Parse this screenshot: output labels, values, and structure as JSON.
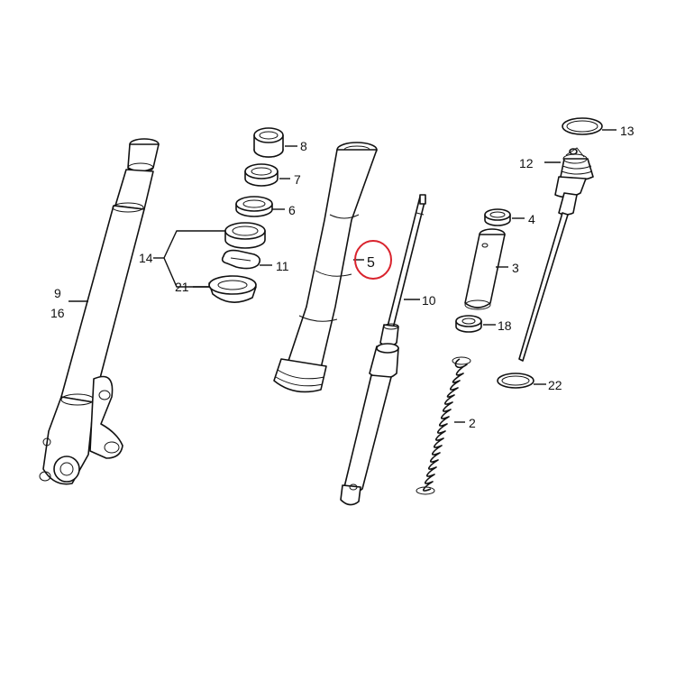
{
  "diagram": {
    "callouts": {
      "c8": "8",
      "c7": "7",
      "c6": "6",
      "c14": "14",
      "c11": "11",
      "c21": "21",
      "c9": "9",
      "c16": "16",
      "c5": "5",
      "c10": "10",
      "c13": "13",
      "c12": "12",
      "c4": "4",
      "c3": "3",
      "c18": "18",
      "c22": "22",
      "c2": "2"
    },
    "highlight_color": "#d9232d",
    "line_color": "#111111"
  }
}
